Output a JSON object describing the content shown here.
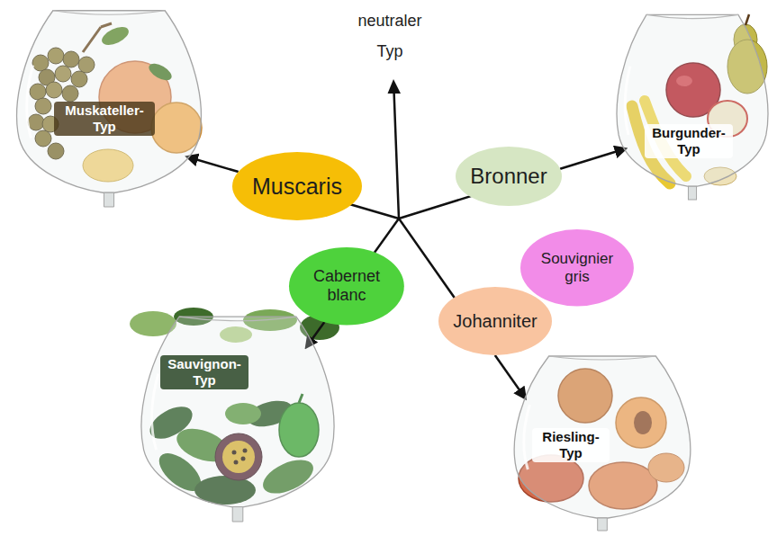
{
  "diagram": {
    "nodes": [
      {
        "text": [
          "Muskateller- Typ"
        ]
      },
      {
        "text": [
          "Burgunder- Typ"
        ]
      },
      {
        "text": [
          "Muscaris"
        ]
      },
      {
        "text": [
          "Bronner"
        ]
      },
      {
        "text": [
          "Souvignier gris"
        ]
      },
      {
        "text": [
          "Cabernet blanc"
        ]
      },
      {
        "text": [
          "Johanniter"
        ]
      },
      {
        "text": [
          "Sauvignon- Typ"
        ]
      },
      {
        "text": [
          "Riesling- Typ"
        ]
      }
    ],
    "edges": [
      {
        "from": 2,
        "to": 0,
        "arrow": "to"
      },
      {
        "from": 3,
        "to": 1,
        "arrow": "to"
      },
      {
        "from": 5,
        "to": 7,
        "arrow": "to"
      },
      {
        "from": 6,
        "to": 8,
        "arrow": "to"
      }
    ],
    "labels": [
      "neutraler Typ"
    ]
  }
}
